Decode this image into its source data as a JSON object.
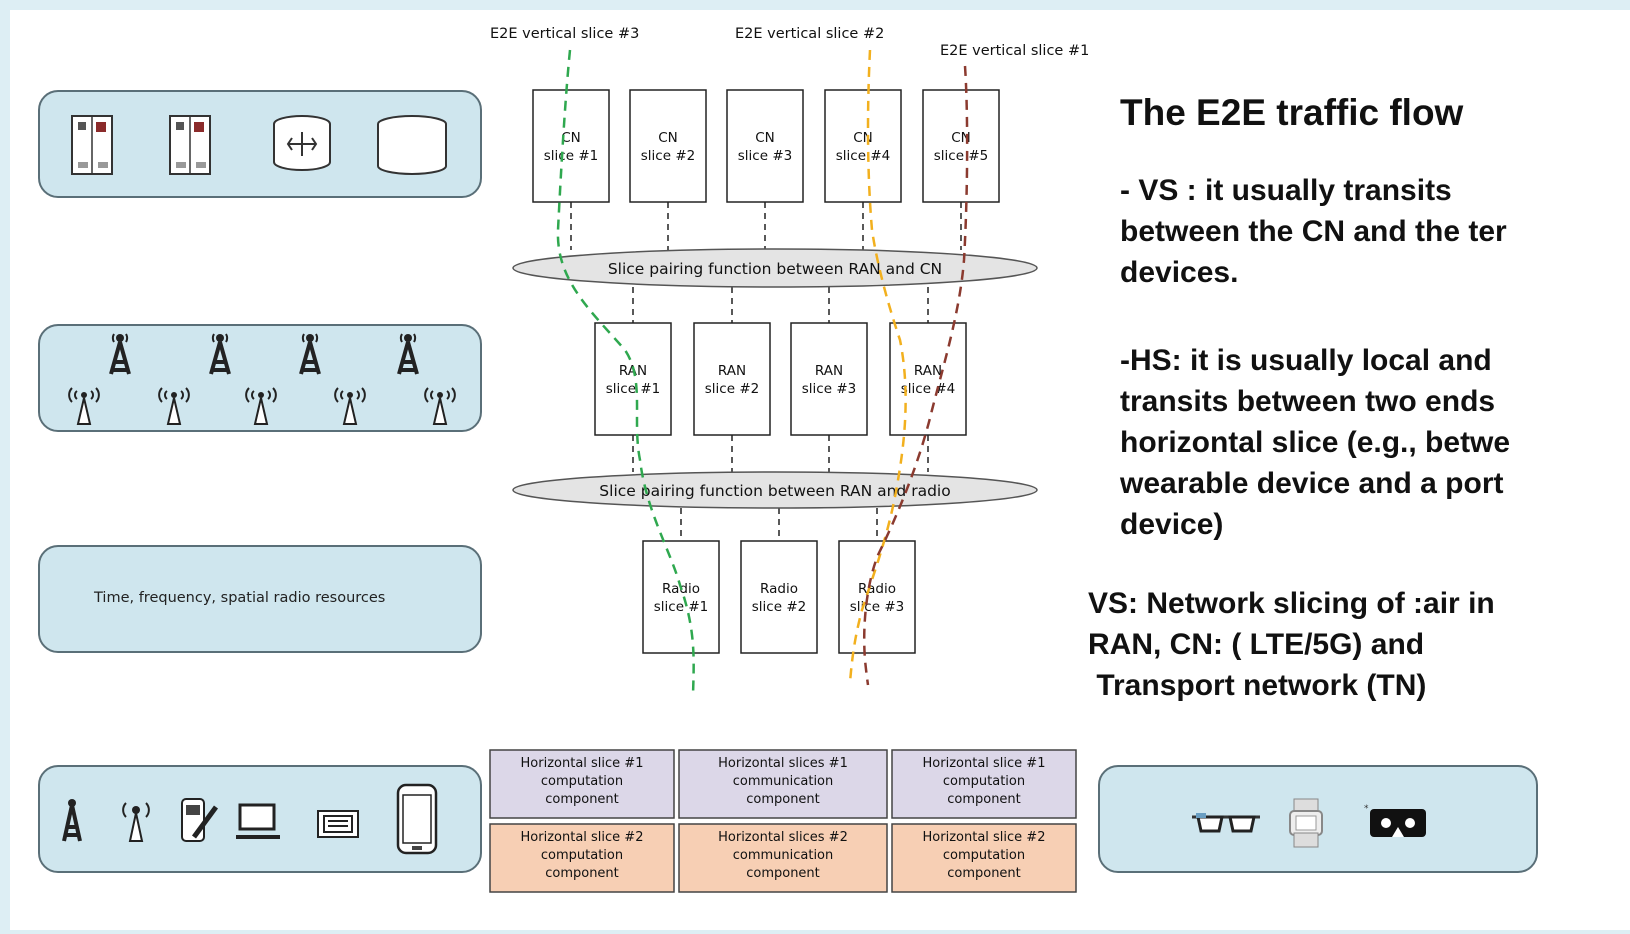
{
  "vertical_slices": [
    {
      "label": "E2E vertical slice #3",
      "color": "#2fa84f"
    },
    {
      "label": "E2E vertical slice #2",
      "color": "#f2b01e"
    },
    {
      "label": "E2E vertical slice #1",
      "color": "#8b3a2f"
    }
  ],
  "cn_slices": [
    {
      "line1": "CN",
      "line2": "slice #1"
    },
    {
      "line1": "CN",
      "line2": "slice #2"
    },
    {
      "line1": "CN",
      "line2": "slice #3"
    },
    {
      "line1": "CN",
      "line2": "slice #4"
    },
    {
      "line1": "CN",
      "line2": "slice #5"
    }
  ],
  "ran_slices": [
    {
      "line1": "RAN",
      "line2": "slice #1"
    },
    {
      "line1": "RAN",
      "line2": "slice #2"
    },
    {
      "line1": "RAN",
      "line2": "slice #3"
    },
    {
      "line1": "RAN",
      "line2": "slice #4"
    }
  ],
  "radio_slices": [
    {
      "line1": "Radio",
      "line2": "slice #1"
    },
    {
      "line1": "Radio",
      "line2": "slice #2"
    },
    {
      "line1": "Radio",
      "line2": "slice #3"
    }
  ],
  "pairing": {
    "ran_cn": "Slice pairing function between RAN and CN",
    "ran_radio": "Slice pairing function between RAN and radio"
  },
  "radio_resources_label": "Time, frequency, spatial radio resources",
  "horizontal_slices": {
    "row1": [
      {
        "l1": "Horizontal slice #1",
        "l2": "computation",
        "l3": "component"
      },
      {
        "l1": "Horizontal slices #1",
        "l2": "communication",
        "l3": "component"
      },
      {
        "l1": "Horizontal slice #1",
        "l2": "computation",
        "l3": "component"
      }
    ],
    "row2": [
      {
        "l1": "Horizontal slice #2",
        "l2": "computation",
        "l3": "component"
      },
      {
        "l1": "Horizontal slices #2",
        "l2": "communication",
        "l3": "component"
      },
      {
        "l1": "Horizontal slice #2",
        "l2": "computation",
        "l3": "component"
      }
    ]
  },
  "right_text": {
    "title": "The E2E traffic flow",
    "vs_lines": [
      " - VS :  it usually transits",
      "between the CN and the ter",
      "devices."
    ],
    "hs_lines": [
      "-HS:  it  is usually local and",
      "transits between two ends",
      "horizontal slice (e.g., betwe",
      "wearable device and a port",
      "device)"
    ],
    "vs2_lines": [
      "VS: Network slicing of :air in",
      "RAN, CN: ( LTE/5G) and",
      " Transport network (TN)"
    ]
  },
  "colors": {
    "panel_fill": "#cfe6ee",
    "hs_row1": "#dcd7e8",
    "hs_row2": "#f7cfb4",
    "ellipse": "#e4e4e4"
  }
}
